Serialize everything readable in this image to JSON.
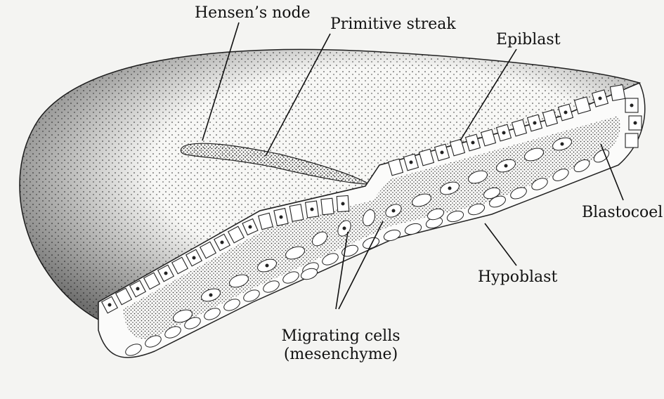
{
  "labels": {
    "hensens_node": "Hensen’s node",
    "primitive_streak": "Primitive streak",
    "epiblast": "Epiblast",
    "blastocoel": "Blastocoel",
    "hypoblast": "Hypoblast",
    "migrating_cells_line1": "Migrating cells",
    "migrating_cells_line2": "(mesenchyme)"
  },
  "colors": {
    "background": "#f4f4f2",
    "ink": "#111111",
    "cell_fill": "#ffffff",
    "stipple": "#2a2a2a"
  }
}
